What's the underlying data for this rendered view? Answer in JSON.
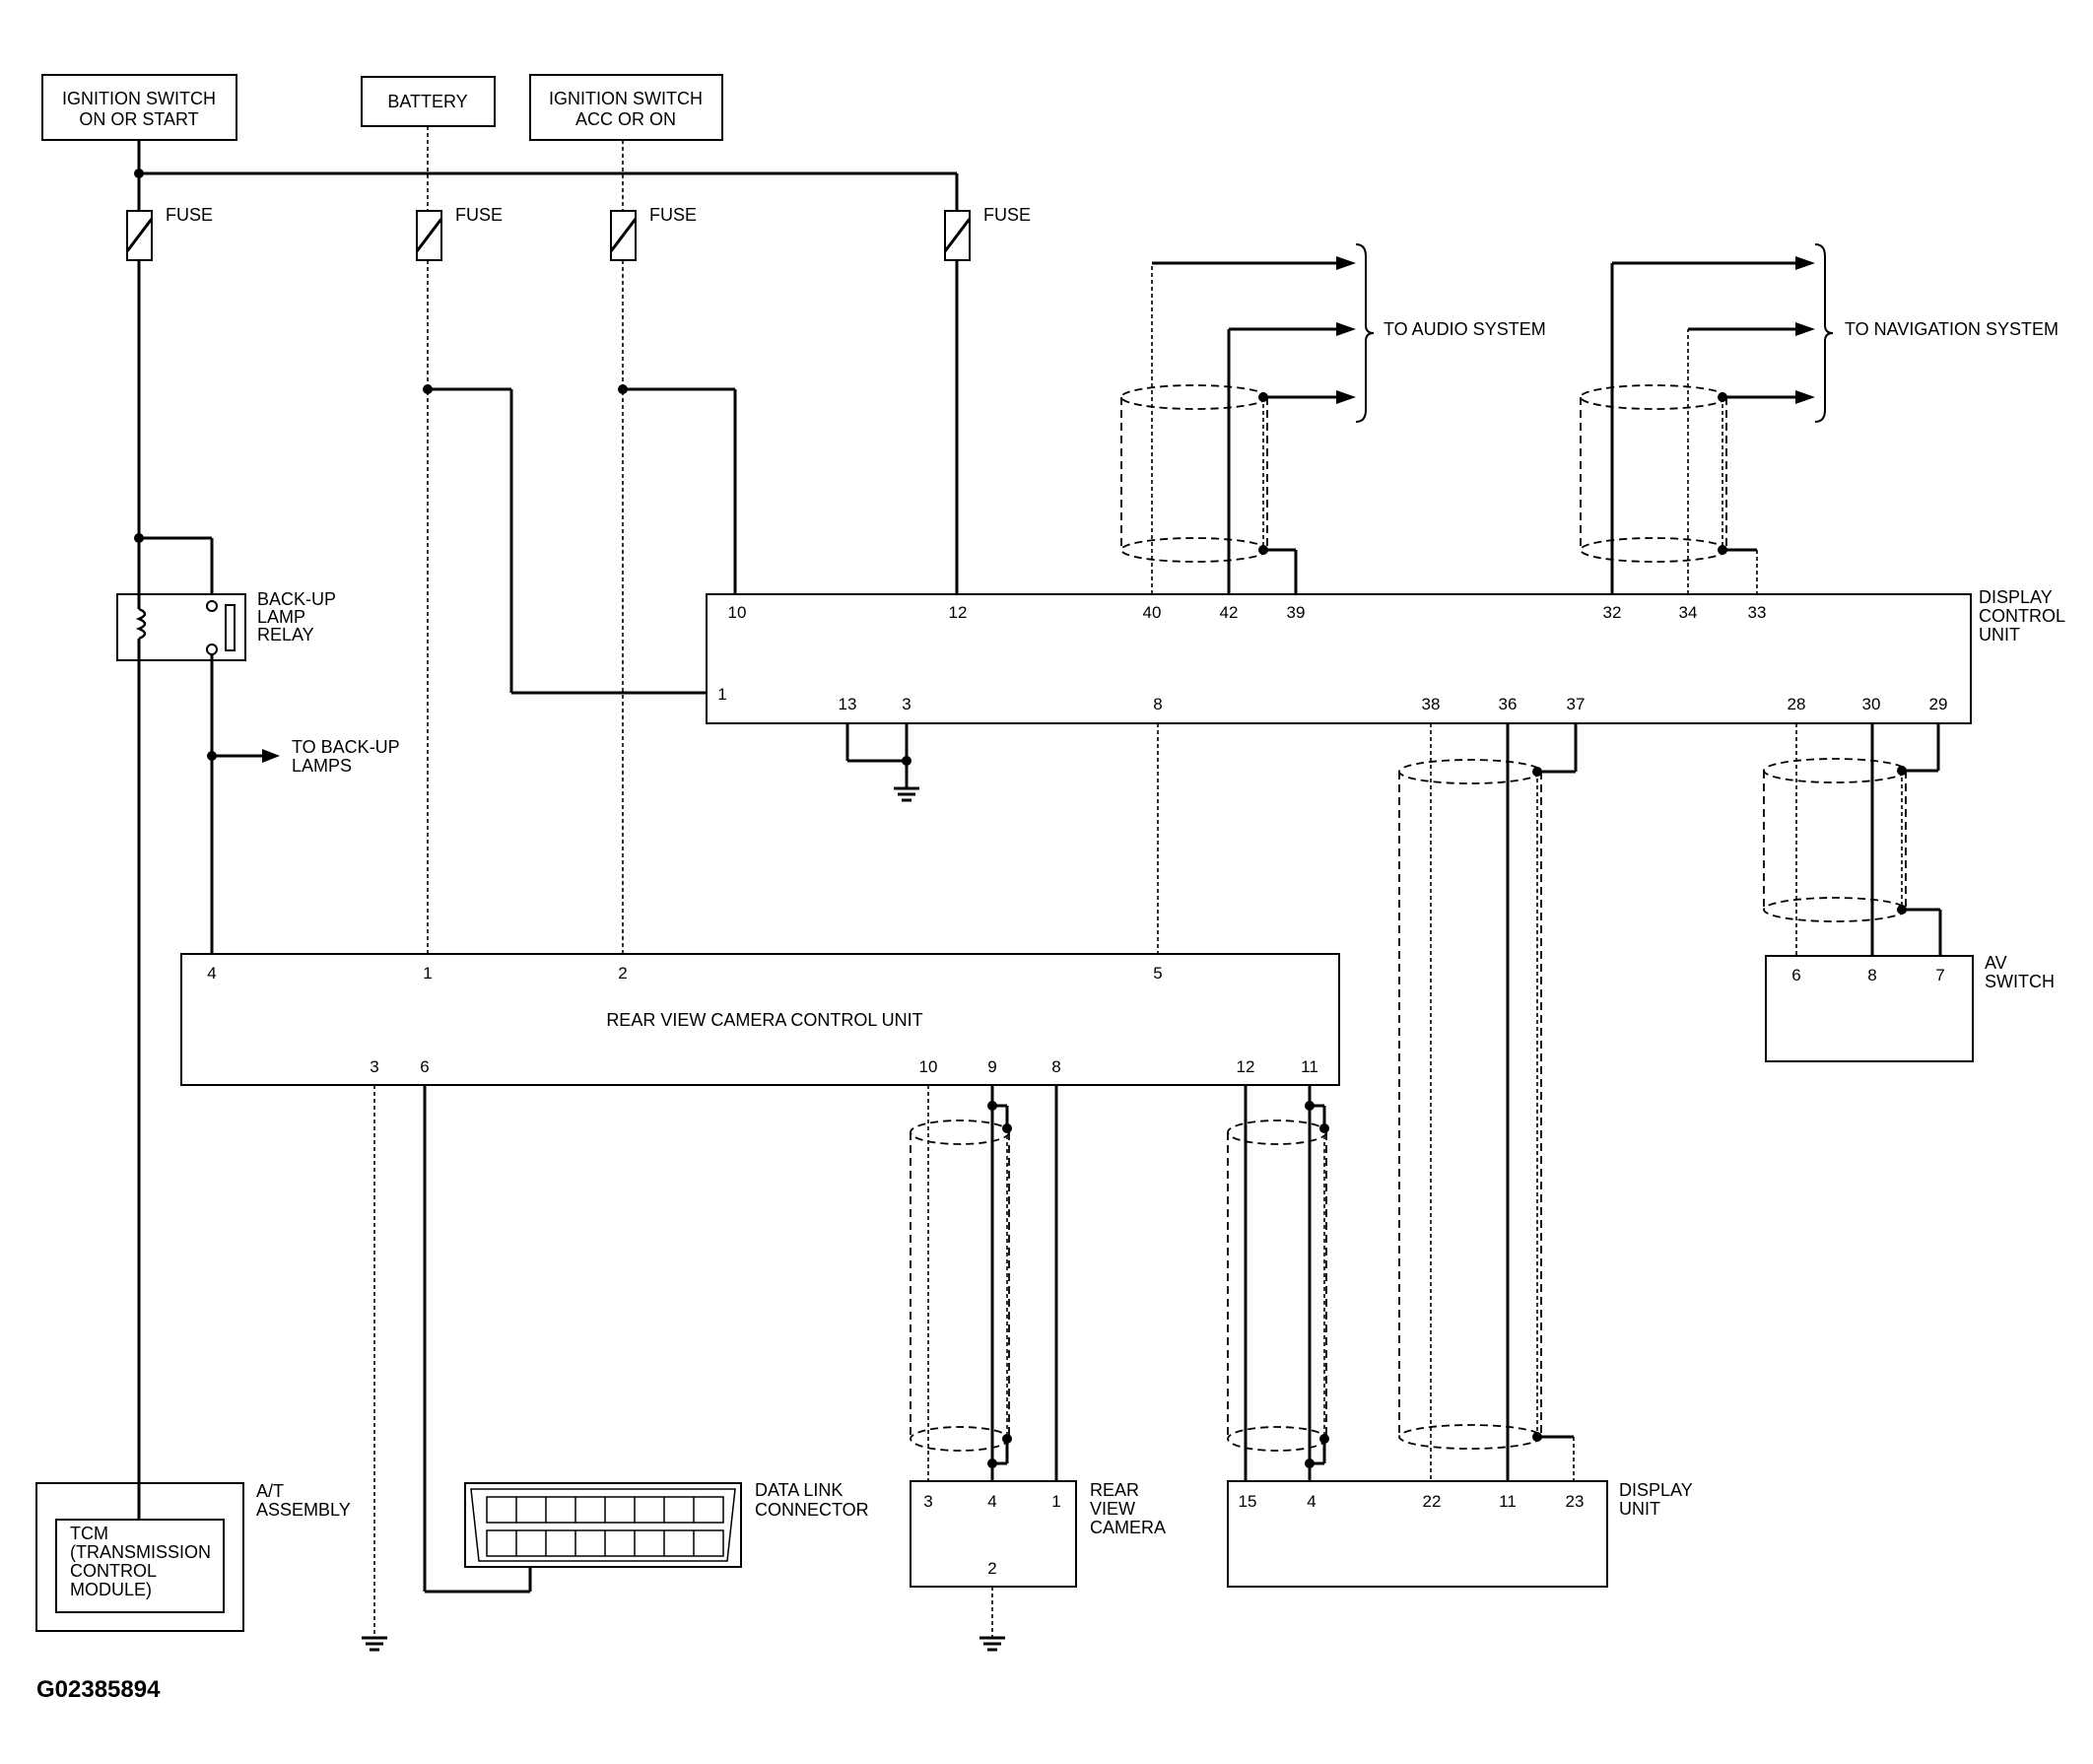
{
  "sources": {
    "ign_on_start": [
      "IGNITION SWITCH",
      "ON OR START"
    ],
    "battery": "BATTERY",
    "ign_acc_on": [
      "IGNITION SWITCH",
      "ACC OR ON"
    ]
  },
  "fuse_label": "FUSE",
  "relay": {
    "label": [
      "BACK-UP",
      "LAMP",
      "RELAY"
    ]
  },
  "to_backup_lamps": [
    "TO BACK-UP",
    "LAMPS"
  ],
  "to_audio": "TO AUDIO SYSTEM",
  "to_navigation": "TO NAVIGATION SYSTEM",
  "display_control_unit": {
    "label": [
      "DISPLAY",
      "CONTROL",
      "UNIT"
    ],
    "pins_top": [
      "10",
      "12",
      "40",
      "42",
      "39",
      "32",
      "34",
      "33"
    ],
    "pins_bottom": [
      "1",
      "13",
      "3",
      "8",
      "38",
      "36",
      "37",
      "28",
      "30",
      "29"
    ]
  },
  "av_switch": {
    "label": [
      "AV",
      "SWITCH"
    ],
    "pins": [
      "6",
      "8",
      "7"
    ]
  },
  "rear_view_camera_control_unit": {
    "label": "REAR VIEW CAMERA CONTROL UNIT",
    "pins_top": [
      "4",
      "1",
      "2",
      "5"
    ],
    "pins_bottom": [
      "3",
      "6",
      "10",
      "9",
      "8",
      "12",
      "11"
    ]
  },
  "at_assembly": {
    "label": [
      "A/T",
      "ASSEMBLY"
    ],
    "tcm": [
      "TCM",
      "(TRANSMISSION",
      "CONTROL",
      "MODULE)"
    ]
  },
  "data_link_connector": {
    "label": [
      "DATA LINK",
      "CONNECTOR"
    ]
  },
  "rear_view_camera": {
    "label": [
      "REAR",
      "VIEW",
      "CAMERA"
    ],
    "pins": [
      "3",
      "4",
      "1",
      "2"
    ]
  },
  "display_unit": {
    "label": [
      "DISPLAY",
      "UNIT"
    ],
    "pins": [
      "15",
      "4",
      "22",
      "11",
      "23"
    ]
  },
  "figure_id": "G02385894"
}
